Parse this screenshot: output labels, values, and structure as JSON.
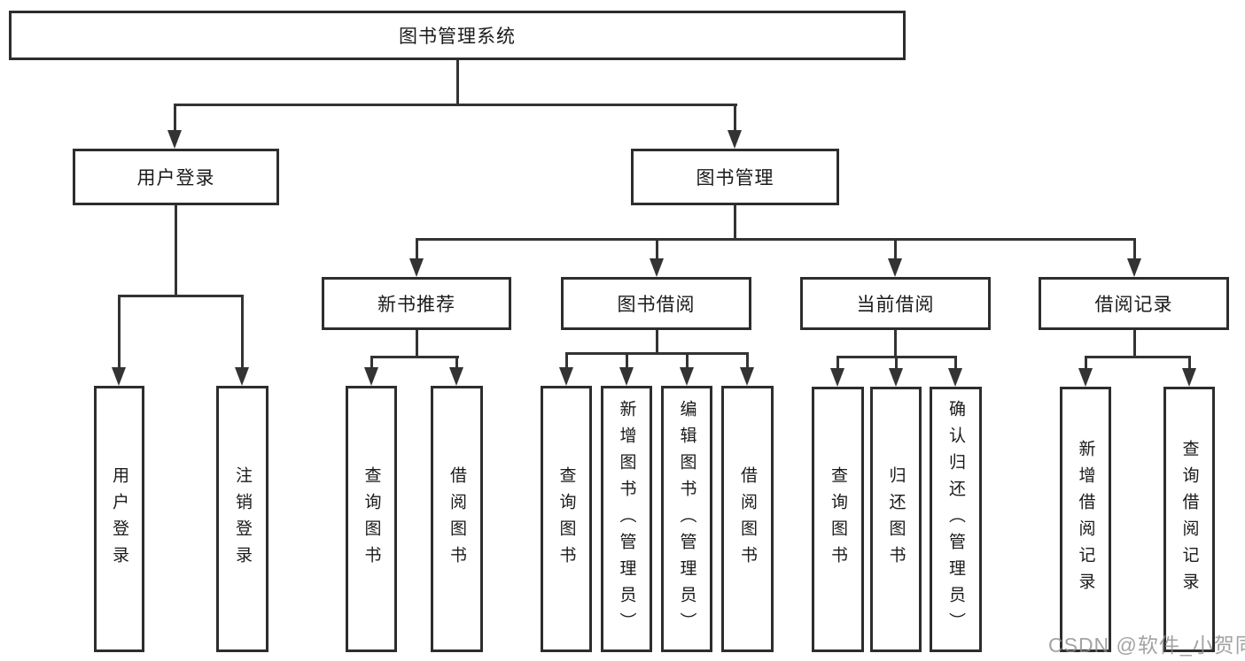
{
  "colors": {
    "background": "#ffffff",
    "line": "#333333",
    "box_border": "#2d2d2d",
    "text": "#1a1a1a",
    "watermark": "#8c8c8c"
  },
  "tree": {
    "root": {
      "label": "图书管理系统"
    },
    "branches": [
      {
        "label": "用户登录",
        "children": [
          {
            "label": "用户登录"
          },
          {
            "label": "注销登录"
          }
        ]
      },
      {
        "label": "图书管理",
        "children": [
          {
            "label": "新书推荐",
            "children": [
              {
                "label": "查询图书"
              },
              {
                "label": "借阅图书"
              }
            ]
          },
          {
            "label": "图书借阅",
            "children": [
              {
                "label": "查询图书"
              },
              {
                "label": "新增图书（管理员）"
              },
              {
                "label": "编辑图书（管理员）"
              },
              {
                "label": "借阅图书"
              }
            ]
          },
          {
            "label": "当前借阅",
            "children": [
              {
                "label": "查询图书"
              },
              {
                "label": "归还图书"
              },
              {
                "label": "确认归还（管理员）"
              }
            ]
          },
          {
            "label": "借阅记录",
            "children": [
              {
                "label": "新增借阅记录"
              },
              {
                "label": "查询借阅记录"
              }
            ]
          }
        ]
      }
    ]
  },
  "watermark": {
    "text": "CSDN @软件_小贺同学"
  }
}
